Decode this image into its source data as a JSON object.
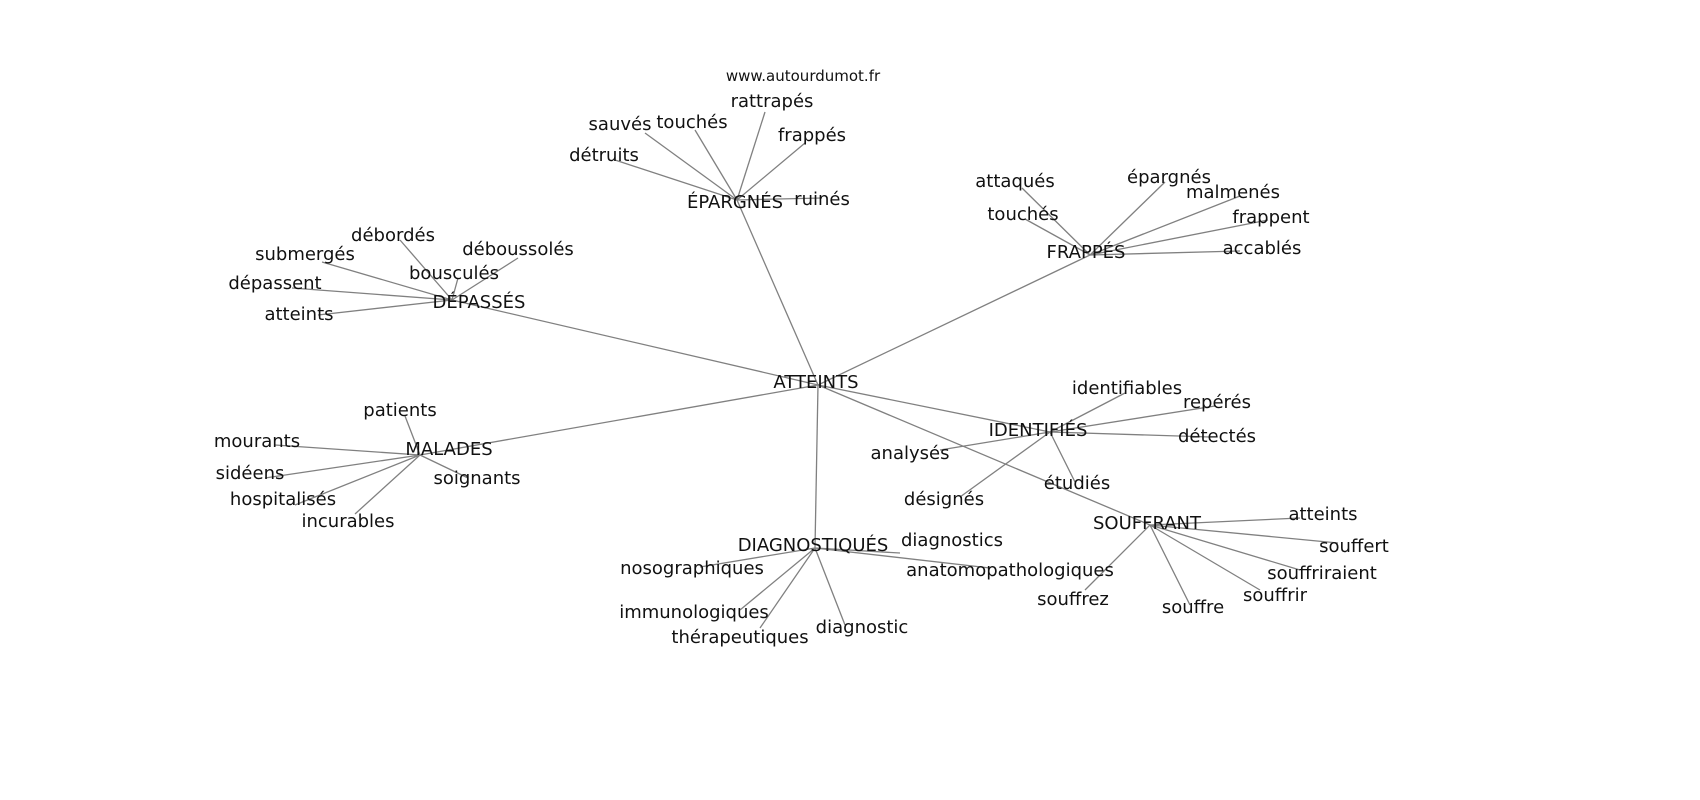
{
  "site": "www.autourdumot.fr",
  "center": "ATTEINTS",
  "groups": [
    {
      "hub": "ÉPARGNÉS",
      "leaves": [
        "sauvés",
        "touchés",
        "rattrapés",
        "frappés",
        "détruits",
        "ruinés"
      ]
    },
    {
      "hub": "FRAPPÉS",
      "leaves": [
        "attaqués",
        "touchés",
        "épargnés",
        "malmenés",
        "frappent",
        "accablés"
      ]
    },
    {
      "hub": "DÉPASSÉS",
      "leaves": [
        "débordés",
        "déboussolés",
        "submergés",
        "bousculés",
        "dépassent",
        "atteints"
      ]
    },
    {
      "hub": "MALADES",
      "leaves": [
        "patients",
        "mourants",
        "sidéens",
        "hospitalisés",
        "incurables",
        "soignants"
      ]
    },
    {
      "hub": "IDENTIFIÉS",
      "leaves": [
        "identifiables",
        "repérés",
        "détectés",
        "analysés",
        "désignés",
        "étudiés"
      ]
    },
    {
      "hub": "SOUFFRANT",
      "leaves": [
        "atteints",
        "souffert",
        "souffriraient",
        "souffrir",
        "souffre",
        "souffrez"
      ]
    },
    {
      "hub": "DIAGNOSTIQUÉS",
      "leaves": [
        "diagnostics",
        "anatomopathologiques",
        "nosographiques",
        "immunologiques",
        "thérapeutiques",
        "diagnostic"
      ]
    }
  ],
  "colors": {
    "edge": "#808080",
    "text": "#111111"
  }
}
